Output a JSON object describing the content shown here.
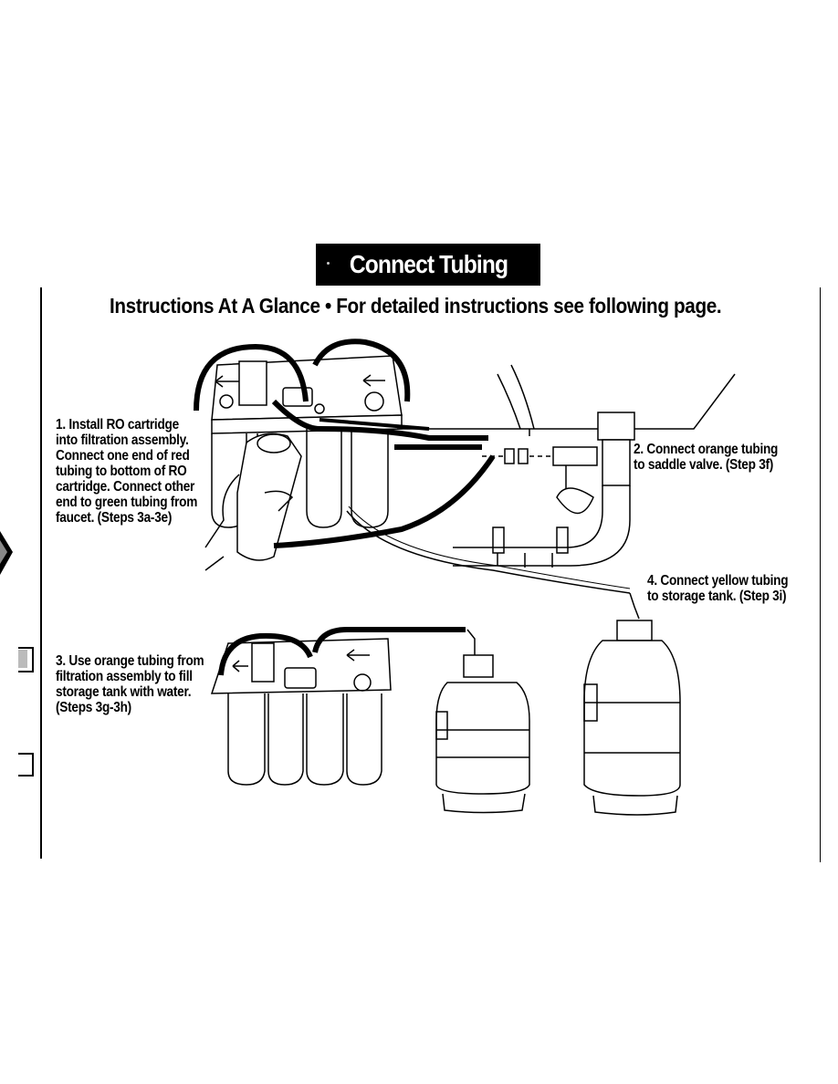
{
  "header": {
    "title": "Connect Tubing",
    "subtitle": "Instructions At A Glance • For detailed instructions see following page."
  },
  "steps": [
    {
      "id": "step1",
      "lines": [
        "1. Install RO cartridge",
        "into filtration assembly.",
        "Connect one end of red",
        "tubing to bottom of RO",
        "cartridge. Connect other",
        "end to green tubing from",
        "faucet. (Steps 3a-3e)"
      ]
    },
    {
      "id": "step2",
      "lines": [
        "2. Connect orange tubing",
        "to saddle valve. (Step 3f)"
      ]
    },
    {
      "id": "step3",
      "lines": [
        "3. Use orange tubing from",
        "filtration assembly to fill",
        "storage tank with water.",
        "(Steps 3g-3h)"
      ]
    },
    {
      "id": "step4",
      "lines": [
        "4. Connect yellow tubing",
        "to storage tank. (Step 3i)"
      ]
    }
  ],
  "colors": {
    "title_background": "#000000",
    "title_text": "#ffffff",
    "body_text": "#000000"
  }
}
